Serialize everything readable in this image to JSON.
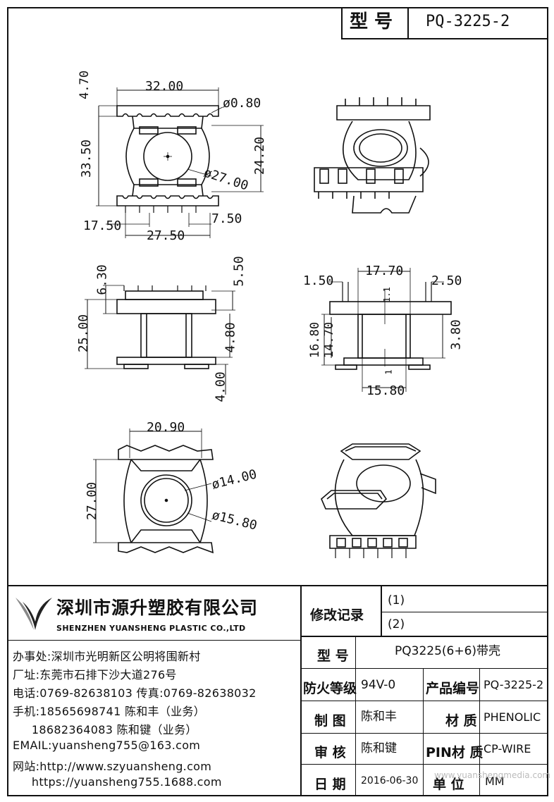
{
  "header": {
    "model_label": "型 号",
    "model_value": "PQ-3225-2"
  },
  "dimensions": {
    "top_view": {
      "pitch_top": "4.70",
      "width": "32.00",
      "pin_dia": "ø0.80",
      "height_left": "33.50",
      "height_right": "24.20",
      "bore_dia": "ø27.00",
      "pin_span_left": "17.50",
      "pin_span_right": "7.50",
      "pin_span_total": "27.50"
    },
    "side_view": {
      "pin_len": "6.30",
      "pin_len_right": "5.50",
      "overall": "25.00",
      "flange": "4.80",
      "bottom": "4.00"
    },
    "front_view": {
      "left_off": "1.50",
      "core_width": "17.70",
      "right_off": "2.50",
      "slot_top": "1.1",
      "h1": "16.80",
      "h2": "14.70",
      "h3": "3.80",
      "slot_bottom": "1",
      "base_width": "15.80"
    },
    "bottom_view": {
      "width": "20.90",
      "height": "27.00",
      "inner_dia": "ø14.00",
      "outer_dia": "ø15.80"
    }
  },
  "company": {
    "name_cn": "深圳市源升塑胶有限公司",
    "name_en": "SHENZHEN YUANSHENG PLASTIC CO.,LTD",
    "lines": [
      "办事处:深圳市光明新区公明将围新村",
      "厂址:东莞市石排下沙大道276号",
      "电话:0769-82638103 传真:0769-82638032",
      "手机:18565698741 陈和丰（业务）",
      "     18682364083 陈和键（业务）",
      "EMAIL:yuansheng755@163.com",
      "网站:http://www.szyuansheng.com",
      "     https://yuansheng755.1688.com"
    ]
  },
  "revision": {
    "label": "修改记录",
    "rows": [
      "(1)",
      "(2)"
    ]
  },
  "spec": {
    "model_label": "型 号",
    "model_value": "PQ3225(6+6)带壳",
    "fire_label": "防火等级",
    "fire_value": "94V-0",
    "code_label": "产品编号",
    "code_value": "PQ-3225-2",
    "drawn_label": "制 图",
    "drawn_value": "陈和丰",
    "material_label": "材 质",
    "material_value": "PHENOLIC",
    "check_label": "审 核",
    "check_value": "陈和键",
    "pin_label": "PIN材 质",
    "pin_value": "CP-WIRE",
    "date_label": "日 期",
    "date_value": "2016-06-30",
    "unit_label": "单 位",
    "unit_value": "MM"
  },
  "watermark": "www.yuanshengmedia.com"
}
